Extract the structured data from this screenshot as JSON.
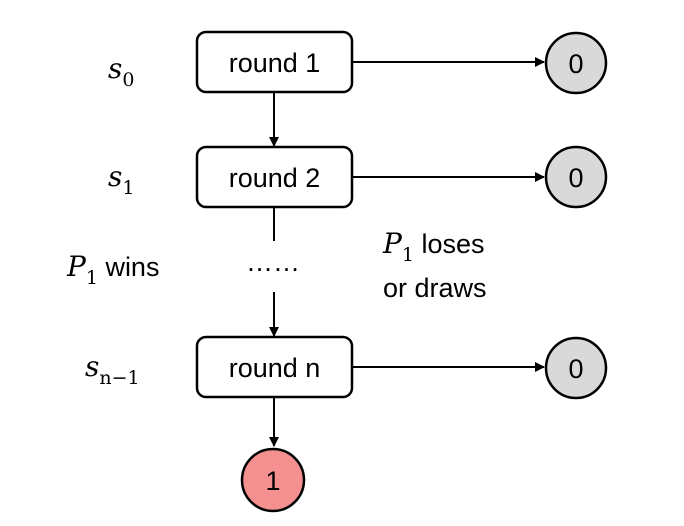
{
  "states": {
    "s0": {
      "base": "s",
      "sub": "0"
    },
    "s1": {
      "base": "s",
      "sub": "1"
    },
    "sn": {
      "base": "s",
      "sub": "n−1"
    }
  },
  "rounds": [
    "round 1",
    "round 2",
    "round n"
  ],
  "dots": "……",
  "win_label": {
    "var": "P",
    "sub": "1",
    "text": " wins"
  },
  "lose_label": {
    "var": "P",
    "sub": "1",
    "line1": " loses",
    "line2": "or draws"
  },
  "outcomes": {
    "lose": "0",
    "win": "1"
  },
  "colors": {
    "lose_node": "#d9d9d9",
    "win_node": "#f4908f"
  }
}
